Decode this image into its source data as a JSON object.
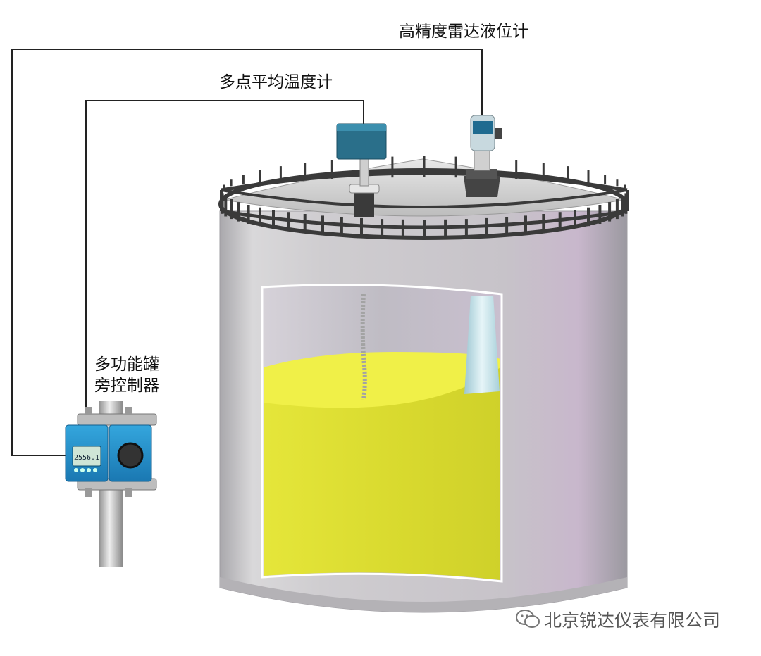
{
  "labels": {
    "radar_gauge": "高精度雷达液位计",
    "temperature_meter": "多点平均温度计",
    "controller_line1": "多功能罐",
    "controller_line2": "旁控制器"
  },
  "controller": {
    "display_value": "2556.1"
  },
  "watermark": {
    "text": "北京锐达仪表有限公司",
    "icon": "wechat-icon"
  },
  "colors": {
    "liquid": "#e2e636",
    "tank_body": "#c8c6c9",
    "device_blue": "#1f8fc9",
    "temp_box": "#2a6f8a",
    "wire": "#222222"
  }
}
